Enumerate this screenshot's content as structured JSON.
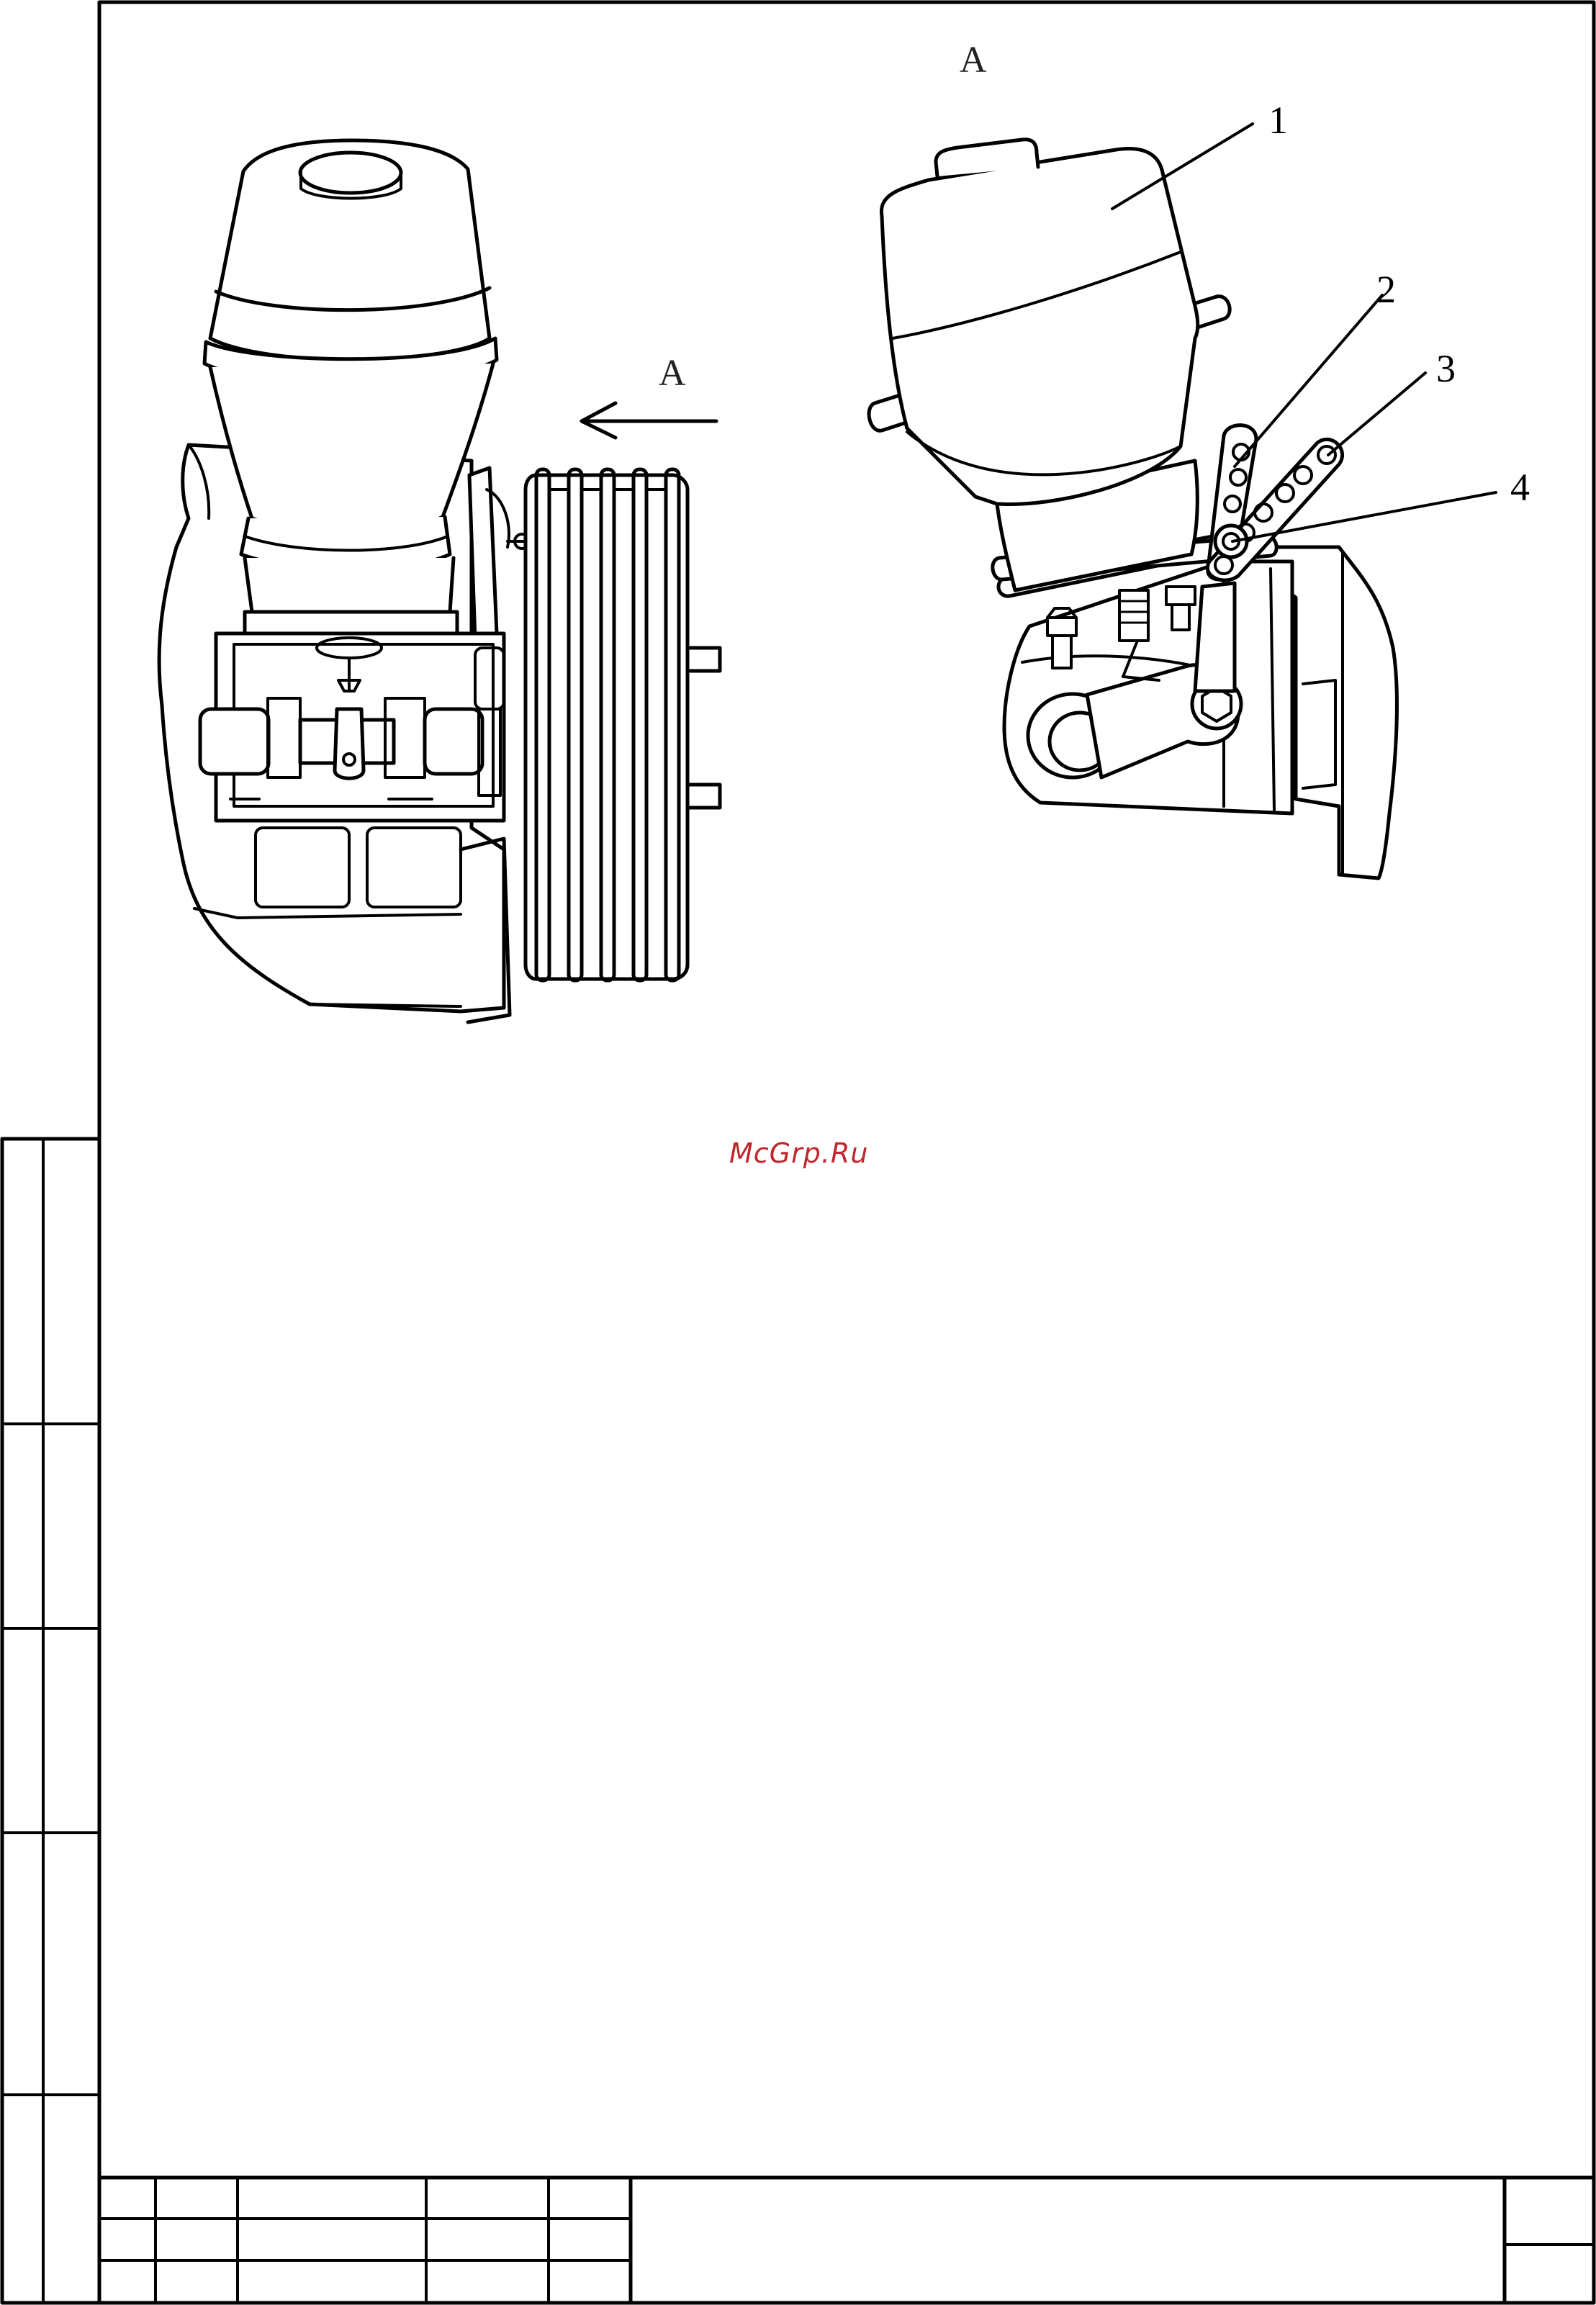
{
  "drawing": {
    "view_marker": "A",
    "view_title": "A",
    "callouts": [
      "1",
      "2",
      "3",
      "4"
    ]
  },
  "watermark": "McGrp.Ru",
  "title_block": {}
}
